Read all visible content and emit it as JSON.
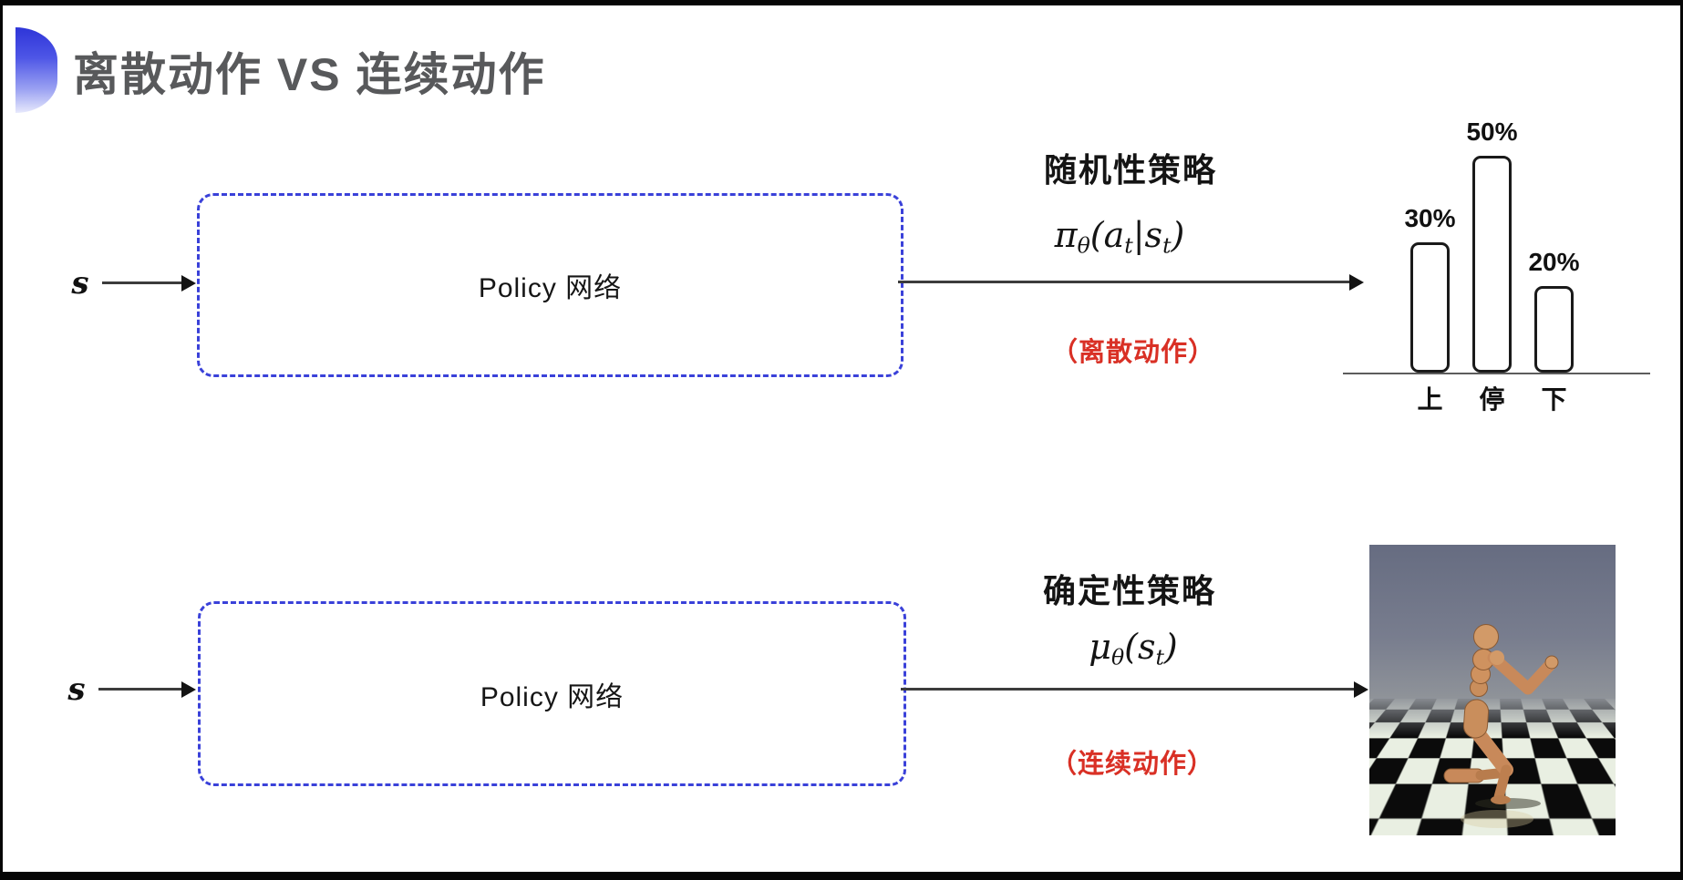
{
  "title": {
    "text": "离散动作 VS 连续动作"
  },
  "top_flow": {
    "input_label": "s",
    "box_label": "Policy 网络",
    "policy_name": "随机性策略",
    "formula_html": "π<sub>θ</sub>(a<sub>t</sub>|s<sub>t</sub>)",
    "action_type": "（离散动作）"
  },
  "bottom_flow": {
    "input_label": "s",
    "box_label": "Policy 网络",
    "policy_name": "确定性策略",
    "formula_html": "μ<sub>θ</sub>(s<sub>t</sub>)",
    "action_type": "（连续动作）"
  },
  "chart_data": {
    "type": "bar",
    "categories": [
      "上",
      "停",
      "下"
    ],
    "values": [
      30,
      50,
      20
    ],
    "value_labels": [
      "30%",
      "50%",
      "20%"
    ],
    "title": "",
    "xlabel": "",
    "ylabel": "",
    "ylim": [
      0,
      55
    ],
    "grid": false,
    "legend": false,
    "bar_fill": "#ffffff",
    "bar_border": "#1a1a1a"
  },
  "colors": {
    "box_border_blue": "#3a41d9",
    "accent_red": "#d93025",
    "title_gray": "#58595b",
    "arrow_black": "#141414",
    "scene_sky": "#767b8c",
    "scene_checker_light": "#e9efe2",
    "scene_checker_dark": "#0b0b0b",
    "robot_tan": "#cf925f"
  }
}
